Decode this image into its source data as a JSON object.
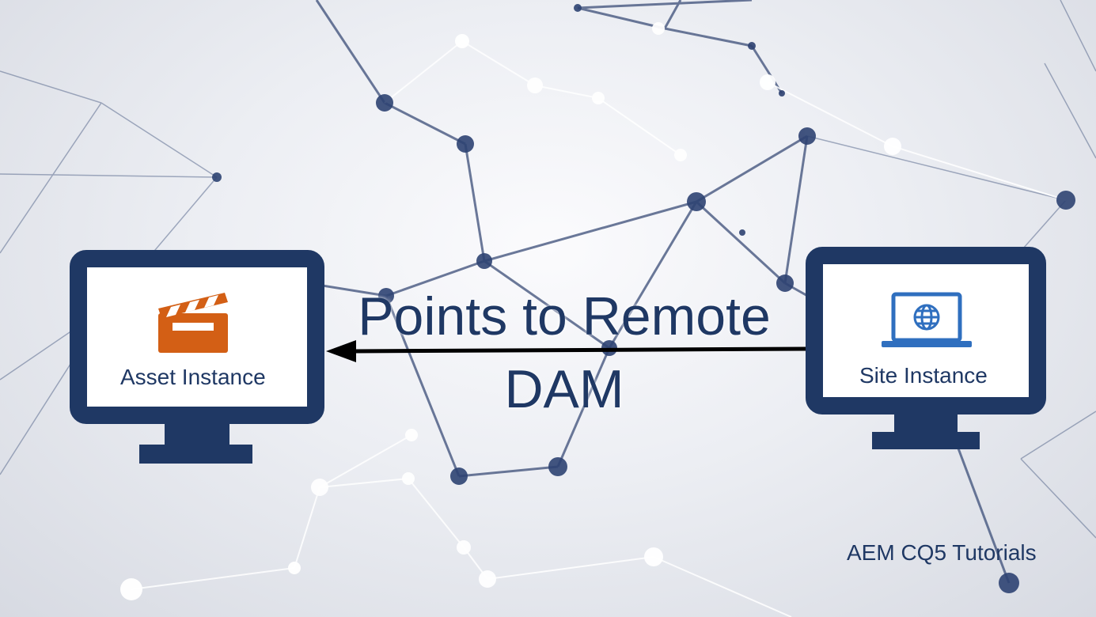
{
  "diagram": {
    "nodes": [
      {
        "id": "asset",
        "label": "Asset Instance",
        "icon": "clapperboard-icon",
        "icon_color": "#d35f15"
      },
      {
        "id": "site",
        "label": "Site Instance",
        "icon": "laptop-globe-icon",
        "icon_color": "#2f6fbf"
      }
    ],
    "edge": {
      "from": "site",
      "to": "asset",
      "label": "Points to Remote DAM"
    },
    "monitor_color": "#1f3864"
  },
  "footer": {
    "text": "AEM CQ5 Tutorials"
  }
}
